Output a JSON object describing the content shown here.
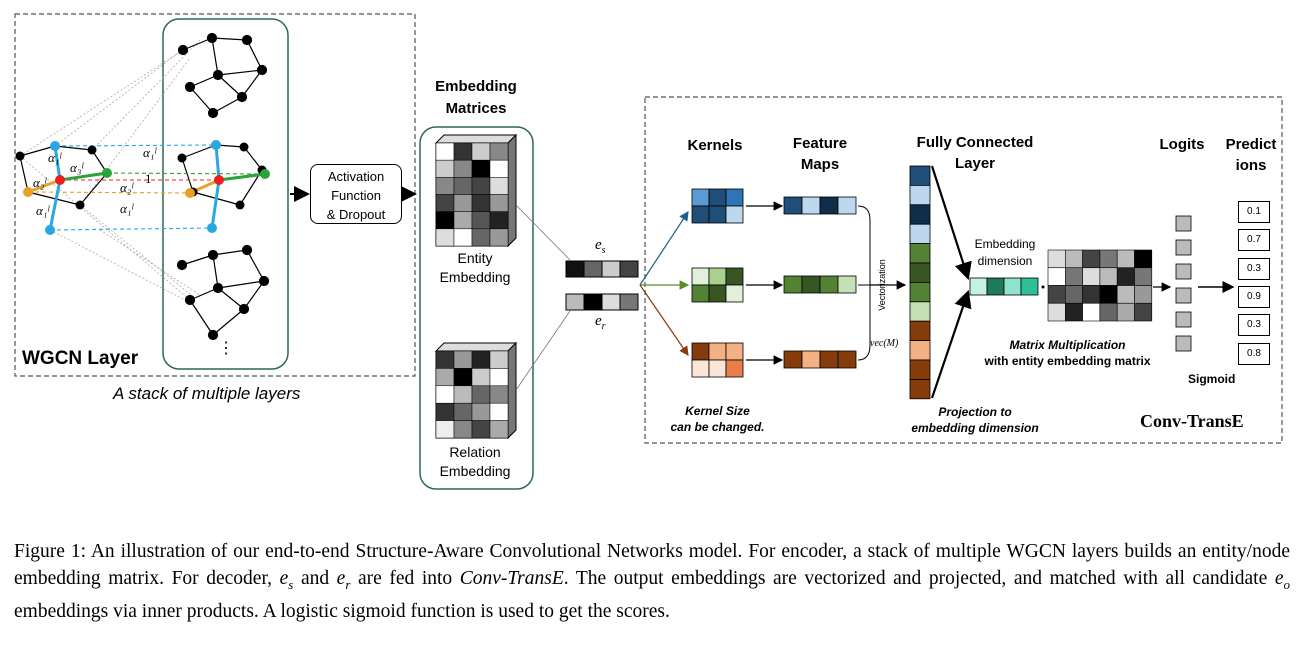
{
  "encoder": {
    "wgcn_label": "WGCN Layer",
    "stack_caption": "A stack of multiple layers",
    "attention_labels": [
      "α₁ˡ",
      "α₁ˡ",
      "α₃ˡ",
      "α₂ˡ",
      "α₂ˡ",
      "α₁ˡ",
      "α₁ˡ",
      "1"
    ],
    "ellipsis": "⋮",
    "activation_box": [
      "Activation",
      "Function",
      "& Dropout"
    ]
  },
  "embedding": {
    "title": [
      "Embedding",
      "Matrices"
    ],
    "entity_label": [
      "Entity",
      "Embedding"
    ],
    "relation_label": [
      "Relation",
      "Embedding"
    ],
    "es": "e",
    "es_sub": "s",
    "er": "e",
    "er_sub": "r"
  },
  "decoder": {
    "kernels": "Kernels",
    "feature_maps": [
      "Feature",
      "Maps"
    ],
    "fully_connected": [
      "Fully Connected",
      "Layer"
    ],
    "logits": "Logits",
    "predictions": [
      "Predict",
      "ions"
    ],
    "vectorization": "Vectorization",
    "vecm": "vec(M)",
    "embedding_dimension": [
      "Embedding",
      "dimension"
    ],
    "matrix_mult": [
      "Matrix Multiplication",
      "with entity embedding matrix"
    ],
    "kernel_size": [
      "Kernel Size",
      "can be changed."
    ],
    "projection": [
      "Projection to",
      "embedding dimension"
    ],
    "sigmoid": "Sigmoid",
    "conv_transe": "Conv-TransE",
    "prediction_values": [
      "0.1",
      "0.7",
      "0.3",
      "0.9",
      "0.3",
      "0.8"
    ]
  },
  "caption": "Figure 1: An illustration of our end-to-end Structure-Aware Convolutional Networks model. For encoder, a stack of multiple WGCN layers builds an entity/node embedding matrix. For decoder, e_s and e_r are fed into Conv-TransE. The output embeddings are vectorized and projected, and matched with all candidate e_o embeddings via inner products. A logistic sigmoid function is used to get the scores.",
  "caption_parts": {
    "p1": "Figure 1: An illustration of our end-to-end Structure-Aware Convolutional Networks model. For encoder, a stack of multiple WGCN layers builds an entity/node embedding matrix. For decoder, ",
    "es": "e",
    "es_sub": "s",
    "and": " and ",
    "er": "e",
    "er_sub": "r",
    "p2": " are fed into ",
    "convtranse": "Conv-TransE",
    "p3": ". The output embeddings are vectorized and projected, and matched with all candidate ",
    "eo": "e",
    "eo_sub": "o",
    "p4": " embeddings via inner products. A logistic sigmoid function is used to get the scores."
  }
}
